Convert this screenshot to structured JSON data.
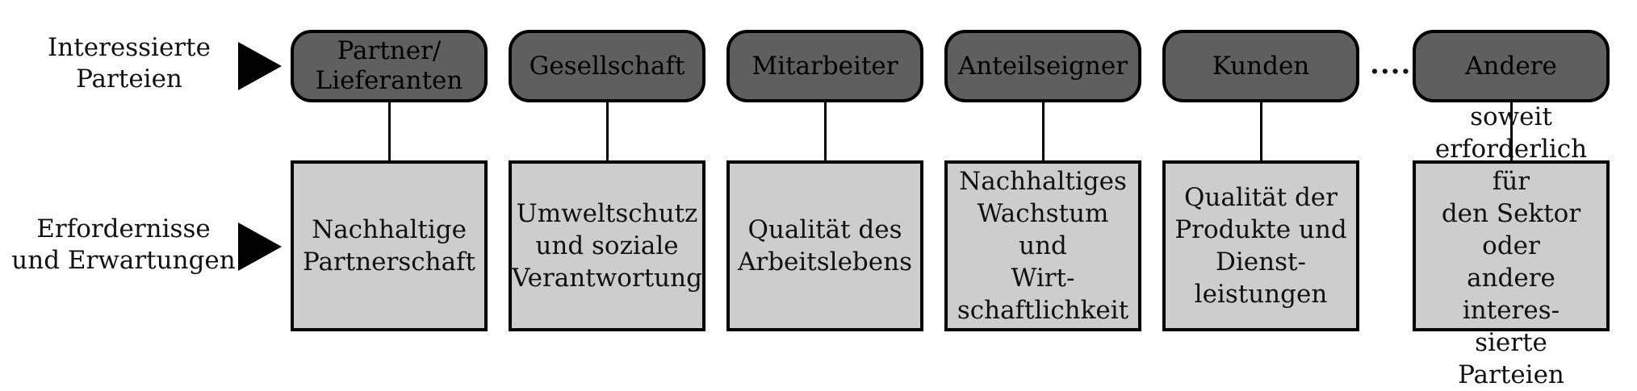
{
  "labels": {
    "top": "Interessierte\nParteien",
    "bottom": "Erfordernisse\nund Erwartungen"
  },
  "parties": [
    {
      "name": "Partner/\nLieferanten",
      "requirement": "Nachhaltige\nPartnerschaft"
    },
    {
      "name": "Gesellschaft",
      "requirement": "Umweltschutz\nund soziale\nVerantwortung"
    },
    {
      "name": "Mitarbeiter",
      "requirement": "Qualität des\nArbeitslebens"
    },
    {
      "name": "Anteilseigner",
      "requirement": "Nachhaltiges\nWachstum und\nWirt-\nschaftlichkeit"
    },
    {
      "name": "Kunden",
      "requirement": "Qualität der\nProdukte und\nDienst-\nleistungen"
    },
    {
      "name": "Andere",
      "requirement": "soweit\nerforderlich für\nden Sektor oder\nandere interes-\nsierte Parteien"
    }
  ],
  "ellipsis": "....",
  "colors": {
    "party_fill": "#5f5f5f",
    "requirement_fill": "#cdcdcd",
    "border": "#000000"
  }
}
